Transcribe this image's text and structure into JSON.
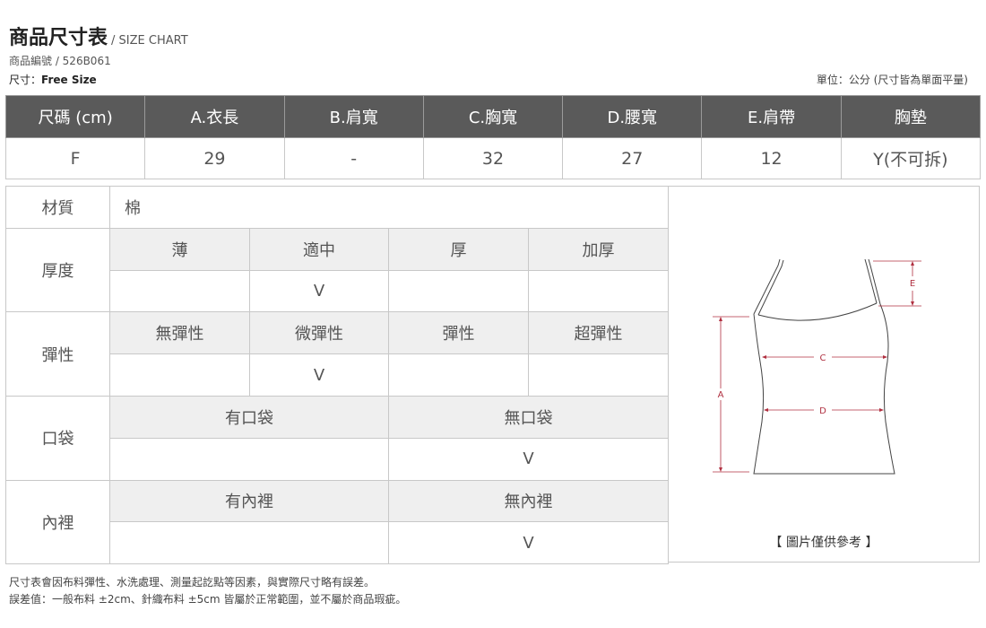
{
  "header": {
    "title": "商品尺寸表",
    "subtitle": "/ SIZE CHART",
    "product_no": "商品編號 / 526B061",
    "size_label": "尺寸：",
    "size_value": "Free Size",
    "unit_note": "單位：公分 (尺寸皆為單面平量)"
  },
  "size_table": {
    "headers": [
      "尺碼 (cm)",
      "A.衣長",
      "B.肩寬",
      "C.胸寬",
      "D.腰寬",
      "E.肩帶",
      "胸墊"
    ],
    "rows": [
      [
        "F",
        "29",
        "-",
        "32",
        "27",
        "12",
        "Y(不可拆)"
      ]
    ]
  },
  "detail_table": {
    "material_label": "材質",
    "material_value": "棉",
    "thickness_label": "厚度",
    "thickness_options": [
      "薄",
      "適中",
      "厚",
      "加厚"
    ],
    "thickness_marks": [
      "",
      "V",
      "",
      ""
    ],
    "elasticity_label": "彈性",
    "elasticity_options": [
      "無彈性",
      "微彈性",
      "彈性",
      "超彈性"
    ],
    "elasticity_marks": [
      "",
      "V",
      "",
      ""
    ],
    "pocket_label": "口袋",
    "pocket_options": [
      "有口袋",
      "無口袋"
    ],
    "pocket_marks": [
      "",
      "V"
    ],
    "lining_label": "內裡",
    "lining_options": [
      "有內裡",
      "無內裡"
    ],
    "lining_marks": [
      "",
      "V"
    ]
  },
  "diagram": {
    "label_a": "A",
    "label_c": "C",
    "label_d": "D",
    "label_e": "E",
    "reference_note": "【 圖片僅供參考 】",
    "accent_color": "#b03040"
  },
  "notes": [
    "尺寸表會因布料彈性、水洗處理、測量起訖點等因素，與實際尺寸略有誤差。",
    "誤差值：一般布料 ±2cm、針織布料 ±5cm 皆屬於正常範圍，並不屬於商品瑕疵。"
  ]
}
